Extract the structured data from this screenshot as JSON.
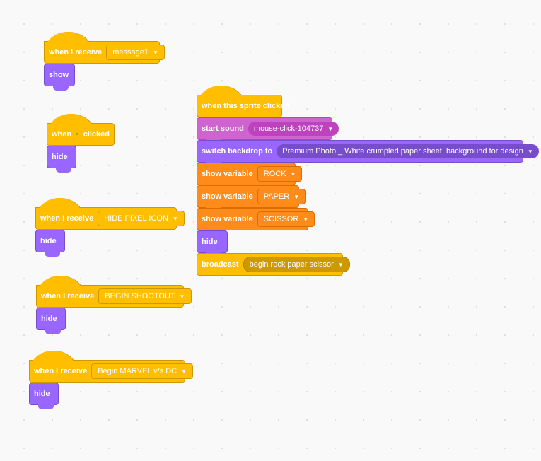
{
  "scripts": [
    {
      "hat": {
        "prefix": "when I receive",
        "dropdown": "message1"
      },
      "stack": [
        {
          "label": "show"
        }
      ]
    },
    {
      "hat": {
        "prefix": "when",
        "suffix": "clicked",
        "icon": "green-flag-icon"
      },
      "stack": [
        {
          "label": "hide"
        }
      ]
    },
    {
      "hat": {
        "prefix": "when I receive",
        "dropdown": "HIDE PIXEL ICON"
      },
      "stack": [
        {
          "label": "hide"
        }
      ]
    },
    {
      "hat": {
        "prefix": "when I receive",
        "dropdown": "BEGIN SHOOTOUT"
      },
      "stack": [
        {
          "label": "hide"
        }
      ]
    },
    {
      "hat": {
        "prefix": "when I receive",
        "dropdown": "Begin MARVEL v/s DC"
      },
      "stack": [
        {
          "label": "hide"
        }
      ]
    },
    {
      "hat": {
        "prefix": "when this sprite clicked"
      },
      "stack": [
        {
          "label": "start sound",
          "dropdown": "mouse-click-104737"
        },
        {
          "label": "switch backdrop to",
          "dropdown": "Premium Photo _ White crumpled paper sheet, background for design"
        },
        {
          "label": "show variable",
          "dropdown": "ROCK"
        },
        {
          "label": "show variable",
          "dropdown": "PAPER"
        },
        {
          "label": "show variable",
          "dropdown": "SCISSOR"
        },
        {
          "label": "hide"
        },
        {
          "label": "broadcast",
          "dropdown": "begin rock paper scissor"
        }
      ]
    }
  ],
  "colors": {
    "events": "#ffbf00",
    "looks": "#9966ff",
    "sound": "#cf63cf",
    "data": "#ff8c1a"
  }
}
